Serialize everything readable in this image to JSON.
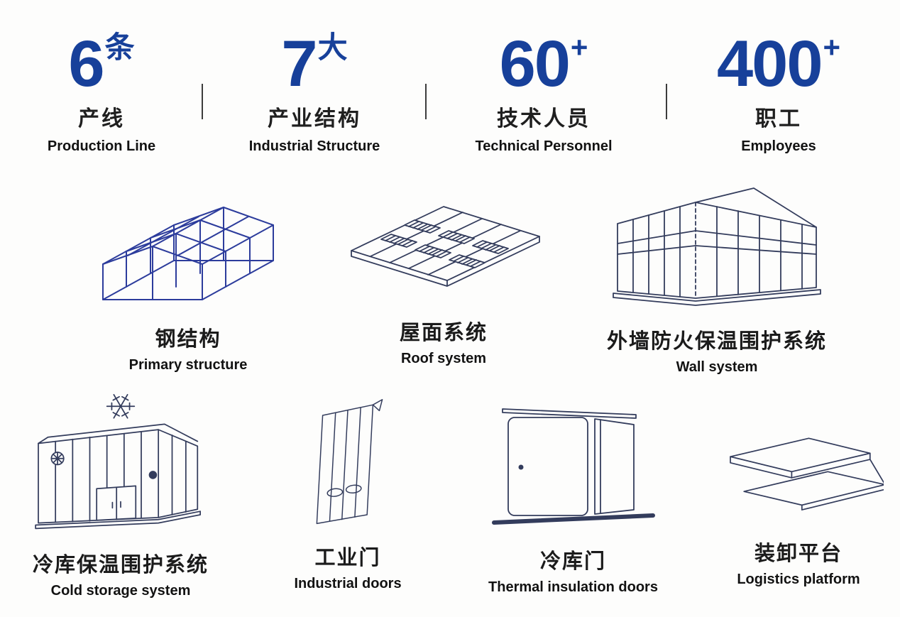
{
  "stats": [
    {
      "value": "6",
      "unit": "条",
      "zh": "产线",
      "en": "Production Line"
    },
    {
      "value": "7",
      "unit": "大",
      "zh": "产业结构",
      "en": "Industrial Structure"
    },
    {
      "value": "60",
      "unit": "+",
      "zh": "技术人员",
      "en": "Technical Personnel"
    },
    {
      "value": "400",
      "unit": "+",
      "zh": "职工",
      "en": "Employees"
    }
  ],
  "products": [
    {
      "zh": "钢结构",
      "en": "Primary structure",
      "icon": "steel-structure-icon"
    },
    {
      "zh": "屋面系统",
      "en": "Roof system",
      "icon": "roof-system-icon"
    },
    {
      "zh": "外墙防火保温围护系统",
      "en": "Wall system",
      "icon": "wall-system-icon"
    },
    {
      "zh": "冷库保温围护系统",
      "en": "Cold storage system",
      "icon": "cold-storage-icon"
    },
    {
      "zh": "工业门",
      "en": "Industrial doors",
      "icon": "industrial-door-icon"
    },
    {
      "zh": "冷库门",
      "en": "Thermal insulation doors",
      "icon": "thermal-door-icon"
    },
    {
      "zh": "装卸平台",
      "en": "Logistics platform",
      "icon": "logistics-platform-icon"
    }
  ],
  "colors": {
    "accent_blue": "#17409a",
    "line_art": "#333c5c",
    "steel_blue": "#2c3c9c",
    "background": "#fdfdfc"
  }
}
